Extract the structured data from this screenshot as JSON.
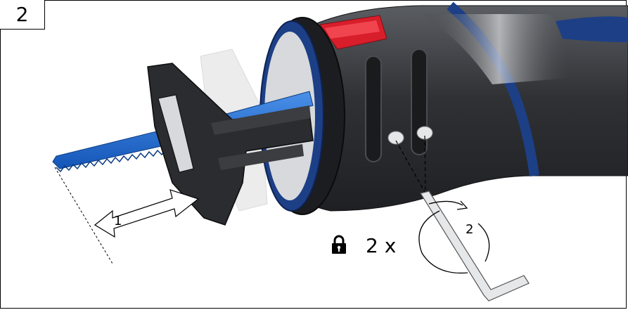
{
  "step": {
    "number": "2"
  },
  "callouts": {
    "adjust_label": "1",
    "rotate_label": "2",
    "quantity": "2 x"
  },
  "icons": {
    "lock": "lock-icon",
    "rotate_arrow": "rotate-arrow-icon",
    "double_arrow": "double-arrow-icon",
    "hex_key": "hex-key-icon"
  },
  "colors": {
    "blade_blue": "#1f6fd1",
    "body_dark": "#2e3033",
    "accent_blue": "#1d3f86",
    "release_red": "#d81e2b"
  }
}
